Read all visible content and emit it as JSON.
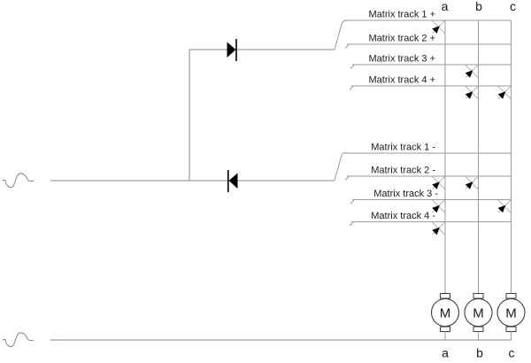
{
  "diagram_type": "diode-matrix track selector schematic",
  "columns": {
    "top": [
      "a",
      "b",
      "c"
    ],
    "bottom": [
      "a",
      "b",
      "c"
    ]
  },
  "tracks": {
    "plus": [
      {
        "id": "1+",
        "label": "Matrix track 1 +"
      },
      {
        "id": "2+",
        "label": "Matrix track 2 +"
      },
      {
        "id": "3+",
        "label": "Matrix track 3 +"
      },
      {
        "id": "4+",
        "label": "Matrix track 4 +"
      }
    ],
    "minus": [
      {
        "id": "1-",
        "label": "Matrix track 1 -"
      },
      {
        "id": "2-",
        "label": "Matrix track 2 -"
      },
      {
        "id": "3-",
        "label": "Matrix track 3 -"
      },
      {
        "id": "4-",
        "label": "Matrix track 4 -"
      }
    ]
  },
  "matrix": {
    "crosspoint_diodes": [
      {
        "track": "1+",
        "column": "a"
      },
      {
        "track": "3+",
        "column": "b"
      },
      {
        "track": "4+",
        "column": "b"
      },
      {
        "track": "4+",
        "column": "c"
      },
      {
        "track": "2-",
        "column": "a"
      },
      {
        "track": "2-",
        "column": "b"
      },
      {
        "track": "3-",
        "column": "a"
      },
      {
        "track": "3-",
        "column": "c"
      },
      {
        "track": "4-",
        "column": "a"
      }
    ]
  },
  "motors": [
    {
      "label": "M",
      "column": "a"
    },
    {
      "label": "M",
      "column": "b"
    },
    {
      "label": "M",
      "column": "c"
    }
  ],
  "icons": {
    "ac_source": "sine-wave-icon",
    "series_diode_forward": "right-pointing-diode",
    "series_diode_reverse": "left-pointing-diode",
    "crosspoint_diode": "diagonal-diode-x",
    "motor": "circle-with-M"
  },
  "colors": {
    "bg": "#ffffff",
    "wire": "#878787",
    "mx": "#9a9a9a",
    "diode": "#000000",
    "text": "#1a1a1a"
  }
}
